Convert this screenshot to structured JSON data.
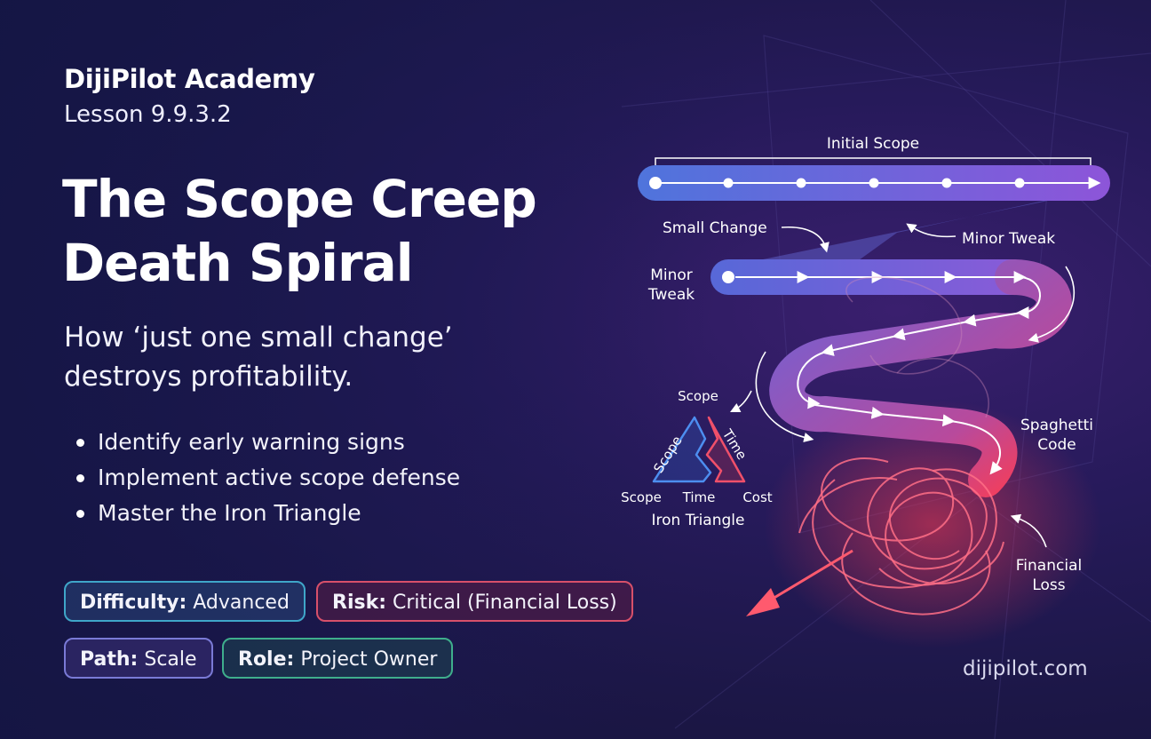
{
  "header": {
    "brand": "DijiPilot Academy",
    "lesson": "Lesson 9.9.3.2",
    "title": "The Scope Creep Death Spiral",
    "subtitle": "How ‘just one small change’ destroys profitability."
  },
  "bullets": [
    "Identify early warning signs",
    "Implement active scope defense",
    "Master the Iron Triangle"
  ],
  "badges": [
    {
      "key": "Difficulty:",
      "value": "Advanced",
      "color": "#3fa6c9"
    },
    {
      "key": "Risk:",
      "value": "Critical (Financial Loss)",
      "color": "#d8506a"
    },
    {
      "key": "Path:",
      "value": "Scale",
      "color": "#7a7ad6"
    },
    {
      "key": "Role:",
      "value": "Project Owner",
      "color": "#3fae8c"
    }
  ],
  "diagram": {
    "initial_scope": "Initial Scope",
    "small_change": "Small Change",
    "minor_tweak_right": "Minor Tweak",
    "minor_tweak_left_1": "Minor",
    "minor_tweak_left_2": "Tweak",
    "spaghetti_1": "Spaghetti",
    "spaghetti_2": "Code",
    "financial_1": "Financial",
    "financial_2": "Loss",
    "triangle": {
      "top": "Scope",
      "left_side": "Scope",
      "right_side": "Time",
      "bottom_left": "Scope",
      "bottom_mid": "Time",
      "bottom_right": "Cost",
      "caption": "Iron Triangle"
    },
    "colors": {
      "path_start": "#4f7be0",
      "path_mid": "#8a56d8",
      "danger": "#ff3b4e"
    }
  },
  "footer": {
    "site": "dijipilot.com"
  }
}
